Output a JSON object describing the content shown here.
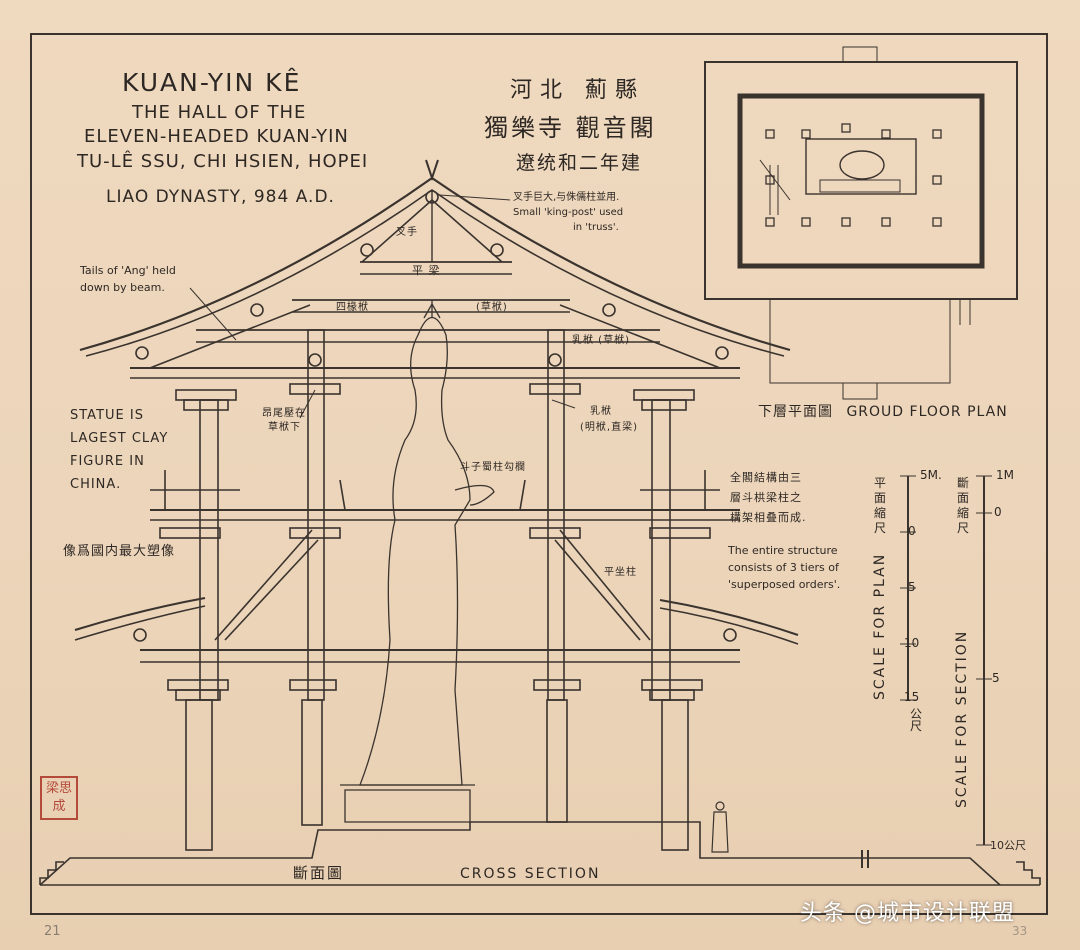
{
  "title": {
    "line1": "KUAN-YIN KÊ",
    "line2": "THE HALL OF THE",
    "line3": "ELEVEN-HEADED KUAN-YIN",
    "line4": "TU-LÊ SSU, CHI HSIEN, HOPEI",
    "line5": "LIAO DYNASTY, 984 A.D."
  },
  "chinese_title": {
    "line1": "河北 薊縣",
    "line2": "獨樂寺 觀音閣",
    "line3": "遼统和二年建"
  },
  "notes": {
    "ang_line1": "Tails of 'Ang' held",
    "ang_line2": "down by beam.",
    "king_cn": "叉手巨大,与侏儒柱並用.",
    "king_line1": "Small 'king-post' used",
    "king_line2": "in 'truss'.",
    "statue_line1": "STATUE IS",
    "statue_line2": "LAGEST CLAY",
    "statue_line3": "FIGURE IN",
    "statue_line4": "CHINA.",
    "statue_cn": "像爲國内最大塑像",
    "structure_cn1": "全閣結構由三",
    "structure_cn2": "層斗栱梁柱之",
    "structure_cn3": "構架相叠而成.",
    "structure_en1": "The entire structure",
    "structure_en2": "consists of 3 tiers of",
    "structure_en3": "'superposed orders'."
  },
  "labels": {
    "chashou": "叉手",
    "pingliang": "平  梁",
    "sichuanfu": "四椽栿",
    "caofu1": "(草栿)",
    "rufu_cao": "乳栿 (草栿)",
    "rufu": "乳栿",
    "mingfu": "(明栿,直梁)",
    "ang_cn1": "昂尾壓在",
    "ang_cn2": "草栿下",
    "dougong": "斗子蜀柱勾欄",
    "pingzuo": "平坐柱"
  },
  "plan": {
    "label_cn": "下層平面圖",
    "label_en": "GROUD FLOOR PLAN"
  },
  "section": {
    "label_cn": "斷面圖",
    "label_en": "CROSS SECTION"
  },
  "scale_plan": {
    "label_cn": "平面縮尺",
    "title": "SCALE FOR PLAN",
    "ticks": [
      "5M.",
      "0",
      "5",
      "10",
      "15"
    ],
    "unit_cn": "公尺"
  },
  "scale_section": {
    "label_cn": "斷面縮尺",
    "title": "SCALE FOR SECTION",
    "ticks": [
      "1M",
      "0",
      "5",
      "10公尺"
    ]
  },
  "seal_text": "梁思成",
  "page_number": "21",
  "page_number_right": "33",
  "watermark": "头条 @城市设计联盟",
  "colors": {
    "paper": "#ecd5ba",
    "ink": "#2e2824",
    "seal": "#b44a3a"
  }
}
